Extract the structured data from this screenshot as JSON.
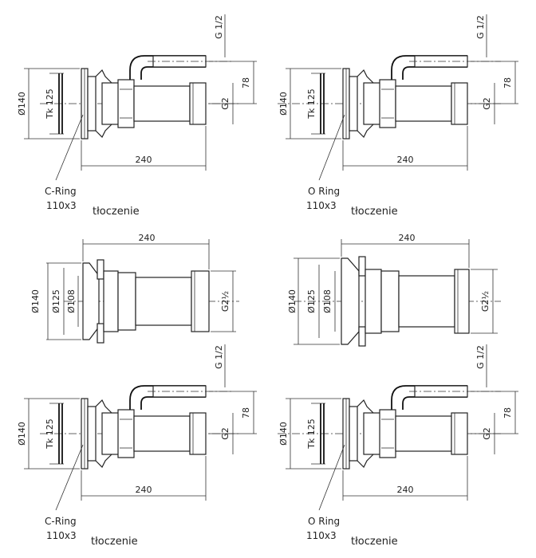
{
  "drawings": [
    {
      "id": "d1",
      "variant": "pipe",
      "texts": {
        "diam_outer": "Ø140",
        "diam_tk": "Tk 125",
        "thread_small": "G 1/2",
        "height": "78",
        "thread_main": "G2",
        "length": "240",
        "ring": "C-Ring",
        "ring_size": "110x3",
        "caption": "tłoczenie"
      }
    },
    {
      "id": "d2",
      "variant": "pipe",
      "texts": {
        "diam_outer": "Ø140",
        "diam_tk": "Tk 125",
        "thread_small": "G 1/2",
        "height": "78",
        "thread_main": "G2",
        "length": "240",
        "ring": "O Ring",
        "ring_size": "110x3",
        "caption": "tłoczenie"
      }
    },
    {
      "id": "d3",
      "variant": "plain",
      "texts": {
        "length": "240",
        "diam_outer": "Ø140",
        "diam_mid": "Ø125",
        "diam_inner": "Ø108",
        "thread_main": "G2½"
      }
    },
    {
      "id": "d4",
      "variant": "plain",
      "texts": {
        "length": "240",
        "diam_outer": "Ø140",
        "diam_mid": "Ø125",
        "diam_inner": "Ø108",
        "thread_main": "G2½"
      }
    },
    {
      "id": "d5",
      "variant": "pipe",
      "texts": {
        "diam_outer": "Ø140",
        "diam_tk": "Tk 125",
        "thread_small": "G 1/2",
        "height": "78",
        "thread_main": "G2",
        "length": "240",
        "ring": "C-Ring",
        "ring_size": "110x3",
        "caption": "tłoczenie"
      }
    },
    {
      "id": "d6",
      "variant": "pipe",
      "texts": {
        "diam_outer": "Ø140",
        "diam_tk": "Tk 125",
        "thread_small": "G 1/2",
        "height": "78",
        "thread_main": "G2",
        "length": "240",
        "ring": "O Ring",
        "ring_size": "110x3",
        "caption": "tłoczenie"
      }
    }
  ]
}
